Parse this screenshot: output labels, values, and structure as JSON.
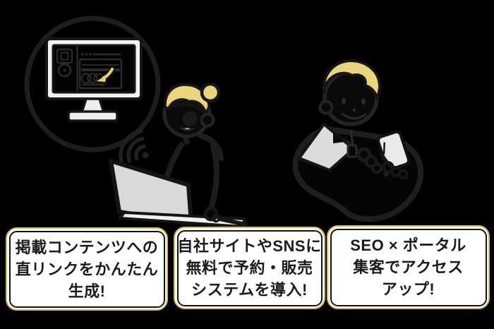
{
  "background_color": "#000000",
  "callouts": [
    {
      "lines": [
        "掲載コンテンツへの",
        "直リンクをかんたん",
        "生成!"
      ]
    },
    {
      "lines": [
        "自社サイトやSNSに",
        "無料で予約・販売",
        "システムを導入!"
      ]
    },
    {
      "lines": [
        "SEO × ポータル",
        "集客でアクセス",
        "アップ!"
      ]
    }
  ],
  "callout_style": {
    "border_gold": "#d9b85c",
    "border_black": "#141414",
    "background": "#ffffff",
    "text_color": "#1b1b1b"
  },
  "illustration": {
    "outline_color": "#1f1f1f",
    "accent_yellow": "#ead47c",
    "cursor_yellow": "#e8cf72",
    "gray_fill": "#d9d9d9",
    "white_fill": "#f2f2f2",
    "icons": [
      "zoom-circle",
      "desktop-monitor",
      "browser-window-mockup",
      "cursor-arrow",
      "signal-waves",
      "woman-at-laptop",
      "laptop",
      "man-with-smartphone",
      "smartphone"
    ]
  }
}
